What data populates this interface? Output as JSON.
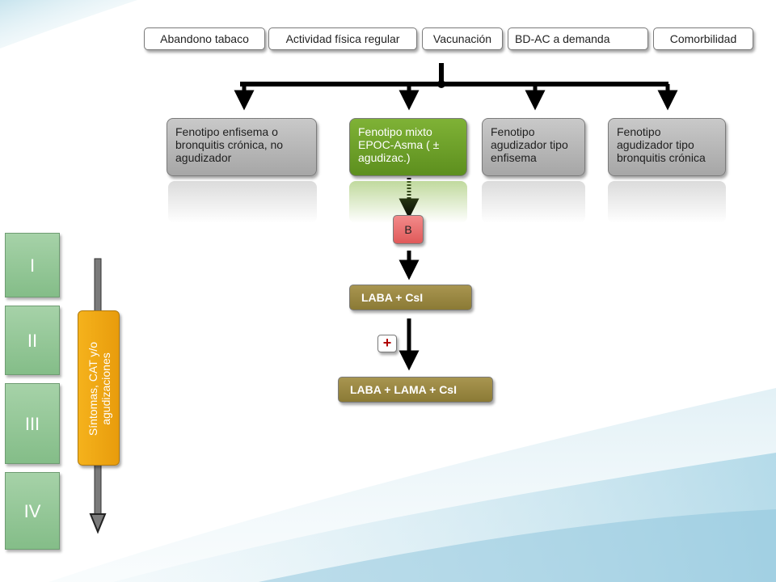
{
  "top_boxes": [
    "Abandono tabaco",
    "Actividad física regular",
    "Vacunación",
    "BD-AC a demanda",
    "Comorbilidad"
  ],
  "phenotypes": [
    {
      "label": "Fenotipo enfisema o bronquitis crónica, no agudizador"
    },
    {
      "label": "Fenotipo mixto EPOC-Asma ( ± agudizac.)"
    },
    {
      "label": "Fenotipo agudizador tipo enfisema"
    },
    {
      "label": "Fenotipo agudizador tipo bronquitis crónica"
    }
  ],
  "treatment": {
    "b_label": "B",
    "step1": "LABA + CsI",
    "plus": "+",
    "step2": "LABA + LAMA + CsI"
  },
  "stages": [
    "I",
    "II",
    "III",
    "IV"
  ],
  "symptoms_label": "Síntomas, CAT y/o agudizaciones",
  "colors": {
    "green": "#6a9e26",
    "gold": "#9a8742",
    "pink": "#ec7474",
    "stage_green": "#94c797",
    "orange": "#f0a818"
  }
}
